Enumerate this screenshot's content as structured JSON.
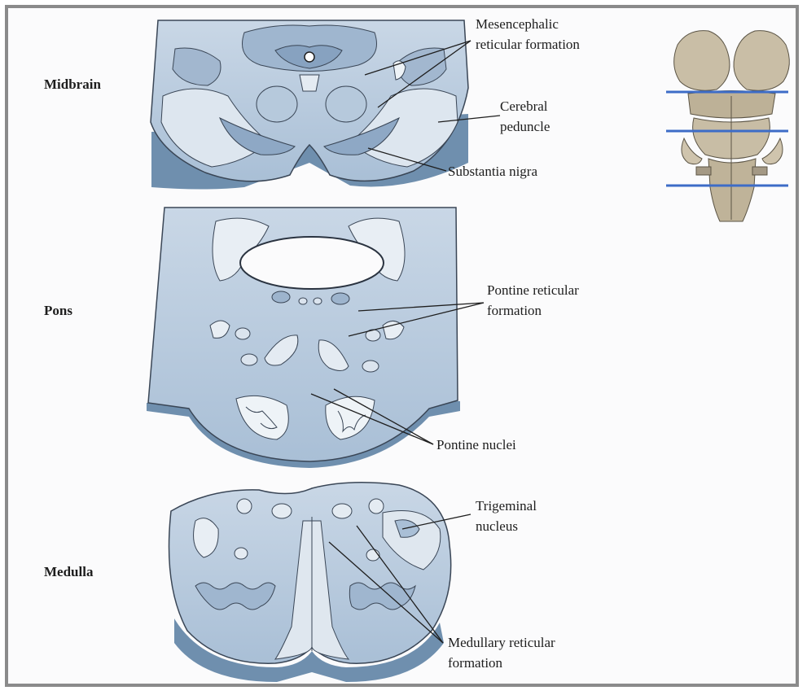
{
  "sections": {
    "midbrain": "Midbrain",
    "pons": "Pons",
    "medulla": "Medulla"
  },
  "annotations": {
    "mesencephalic_line1": "Mesencephalic",
    "mesencephalic_line2": "reticular formation",
    "cerebral_line1": "Cerebral",
    "cerebral_line2": "peduncle",
    "substantia_nigra": "Substantia nigra",
    "pontine_reticular_line1": "Pontine reticular",
    "pontine_reticular_line2": "formation",
    "pontine_nuclei": "Pontine nuclei",
    "trigeminal_line1": "Trigeminal",
    "trigeminal_line2": "nucleus",
    "medullary_line1": "Medullary reticular",
    "medullary_line2": "formation"
  },
  "colors": {
    "tissue": "#b7c9dc",
    "tissue_dark": "#8fa9c4",
    "tissue_light": "#dfe7ef",
    "outline": "#3a4656",
    "leader": "#1e1e1e",
    "plane_line": "#3d6cc7",
    "brainstem": "#b9ad95"
  }
}
